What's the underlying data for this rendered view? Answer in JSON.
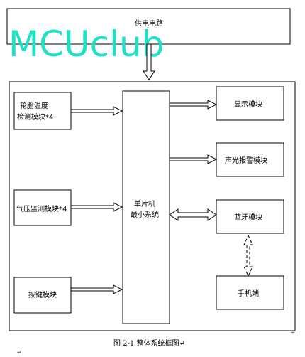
{
  "title": "整体系统框图",
  "nodes": {
    "power": "供电电路",
    "tire_temp": [
      "轮胎温度",
      "检测模块*4"
    ],
    "pressure": "气压监测模块*4",
    "keys": "按键模块",
    "mcu": [
      "单片机",
      "最小系统"
    ],
    "display": "显示模块",
    "alarm": "声光报警模块",
    "bluetooth": "蓝牙模块",
    "phone": "手机端"
  },
  "watermark": "MCUclub",
  "caption": "图 2-1·整体系统框图↵",
  "paragraph_mark": "↵",
  "colors": {
    "watermark": "#1ee0c4",
    "line": "#000000",
    "background": "#ffffff"
  }
}
